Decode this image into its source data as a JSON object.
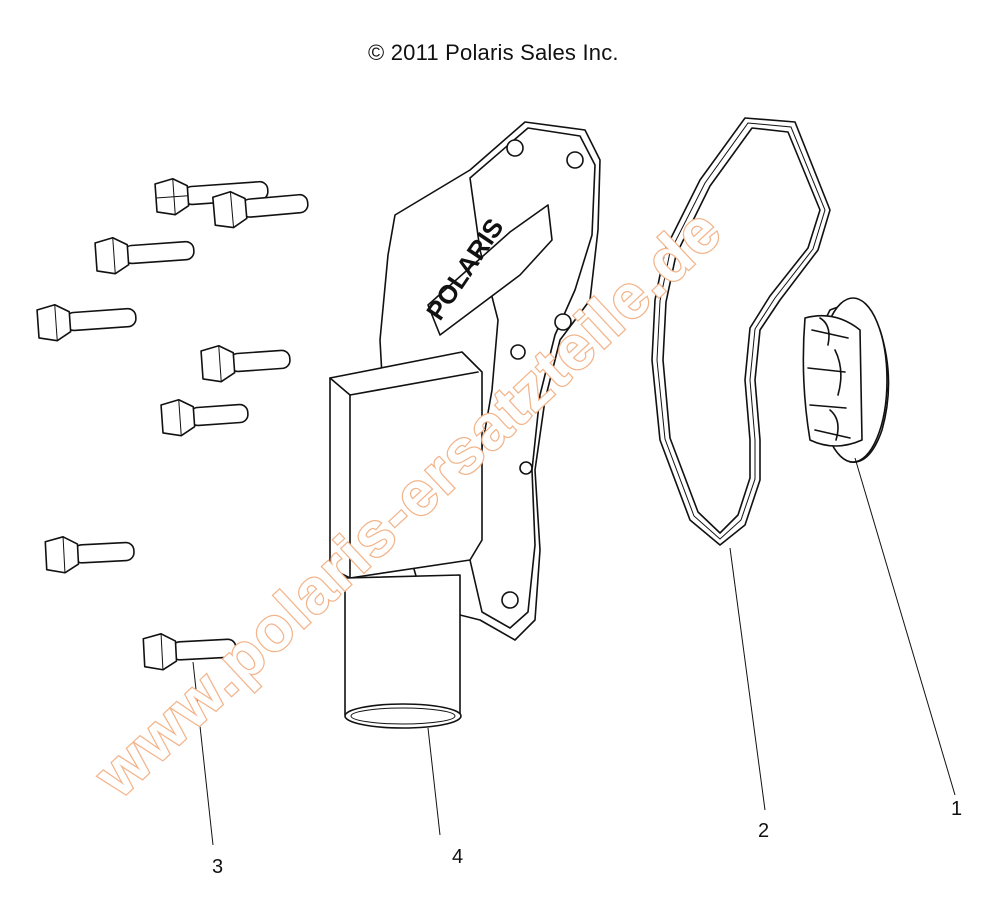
{
  "copyright": "© 2011 Polaris Sales Inc.",
  "logo_text": "POLARIS",
  "watermark": "www.polaris-ersatzteile.de",
  "callouts": [
    {
      "id": "impeller",
      "label": "1"
    },
    {
      "id": "gasket",
      "label": "2"
    },
    {
      "id": "bolt",
      "label": "3"
    },
    {
      "id": "pump-cover",
      "label": "4"
    }
  ],
  "colors": {
    "line": "#111111",
    "watermark": "#f2b48a"
  }
}
